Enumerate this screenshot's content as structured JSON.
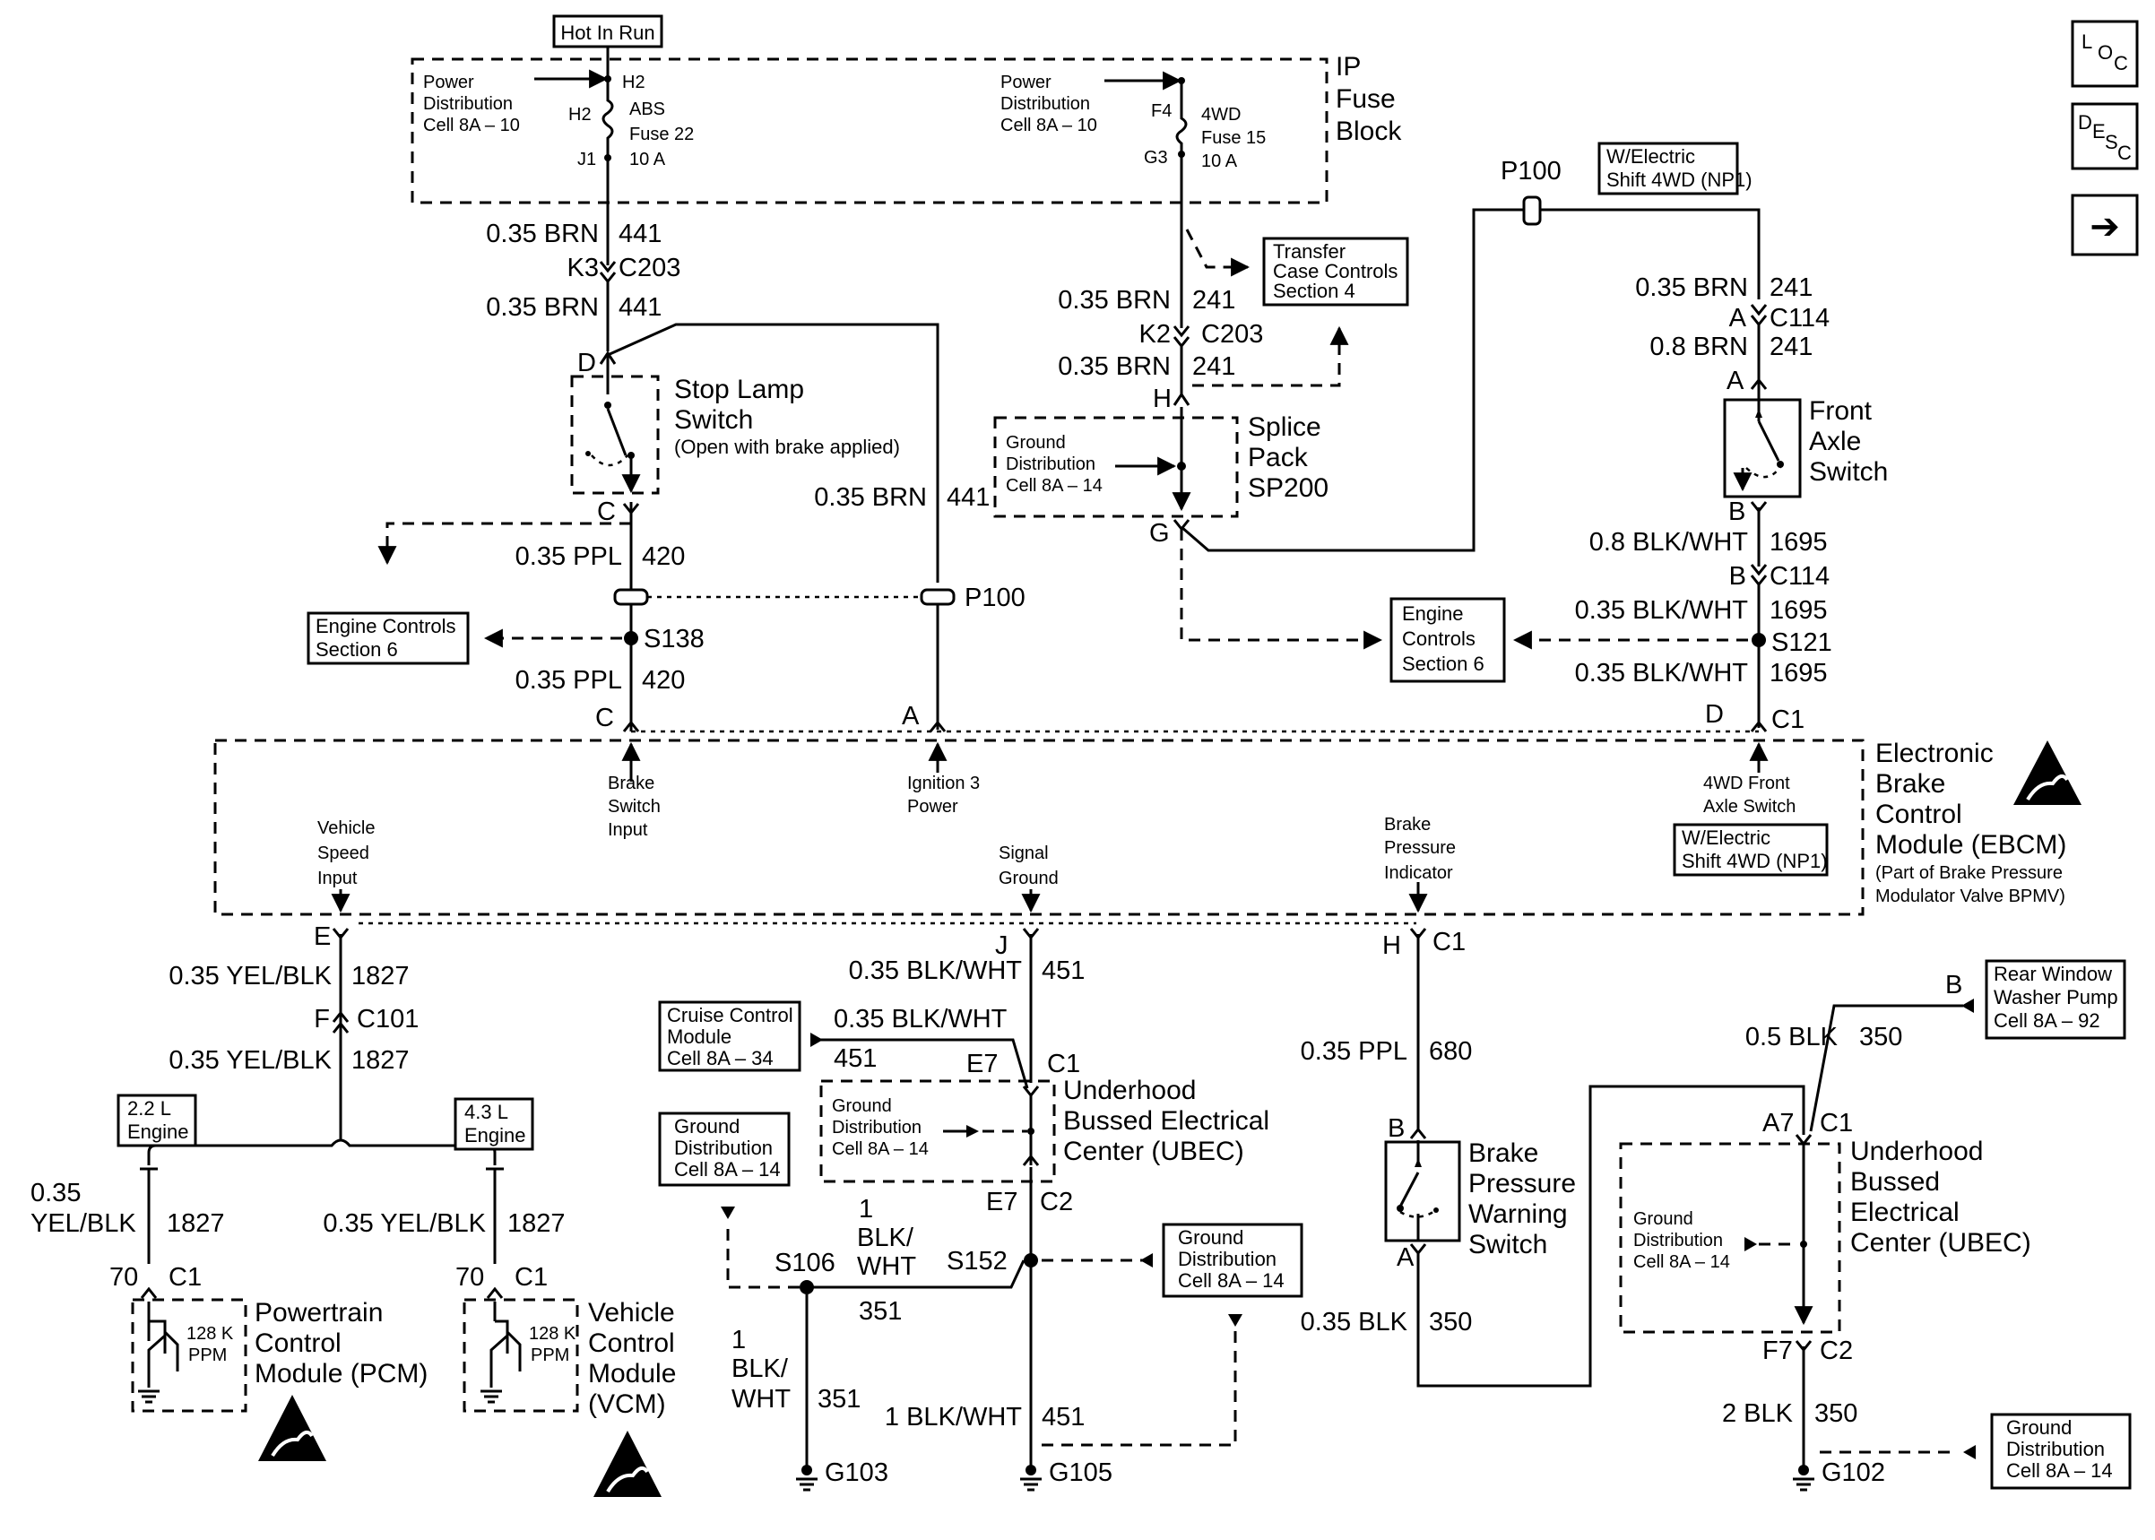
{
  "fuse_block": {
    "hot_in_run": "Hot In Run",
    "title_lines": [
      "IP",
      "Fuse",
      "Block"
    ],
    "pd_left_lines": [
      "Power",
      "Distribution",
      "Cell 8A – 10"
    ],
    "pd_right_lines": [
      "Power",
      "Distribution",
      "Cell 8A – 10"
    ],
    "abs_fuse_lines": [
      "ABS",
      "Fuse 22",
      "10 A"
    ],
    "fwd_fuse_lines": [
      "4WD",
      "Fuse 15",
      "10 A"
    ],
    "pins": {
      "h2_top": "H2",
      "h2_side": "H2",
      "j1": "J1",
      "f4": "F4",
      "g3": "G3"
    }
  },
  "nav": {
    "loc": "LOC",
    "desc": "DESC",
    "next_arrow": "➔"
  },
  "stop_lamp_switch": {
    "title_lines": [
      "Stop Lamp",
      "Switch"
    ],
    "note": "(Open with brake applied)"
  },
  "splice_pack": {
    "title_lines": [
      "Splice",
      "Pack",
      "SP200"
    ],
    "ground_lines": [
      "Ground",
      "Distribution",
      "Cell 8A – 14"
    ]
  },
  "transfer_case_ref": {
    "lines": [
      "Transfer",
      "Case Controls",
      "Section 4"
    ]
  },
  "engine_controls_left": {
    "lines": [
      "Engine Controls",
      "Section 6"
    ]
  },
  "engine_controls_right": {
    "lines": [
      "Engine",
      "Controls",
      "Section 6"
    ]
  },
  "np1_box_top": {
    "lines": [
      "W/Electric",
      "Shift 4WD (NP1)"
    ]
  },
  "np1_box_ebcm": {
    "lines": [
      "W/Electric",
      "Shift 4WD (NP1)"
    ]
  },
  "front_axle_switch": {
    "title_lines": [
      "Front",
      "Axle",
      "Switch"
    ]
  },
  "ebcm": {
    "title_lines": [
      "Electronic",
      "Brake",
      "Control",
      "Module (EBCM)"
    ],
    "note_lines": [
      "(Part of Brake Pressure",
      "Modulator Valve BPMV)"
    ],
    "inputs": {
      "brake_switch": [
        "Brake",
        "Switch",
        "Input"
      ],
      "ignition": [
        "Ignition 3",
        "Power"
      ],
      "axle_switch": [
        "4WD Front",
        "Axle Switch"
      ],
      "vss": [
        "Vehicle",
        "Speed",
        "Input"
      ],
      "signal_ground": [
        "Signal",
        "Ground"
      ],
      "brake_pressure": [
        "Brake",
        "Pressure",
        "Indicator"
      ]
    }
  },
  "wires": {
    "brn441_a": [
      "0.35 BRN",
      "441"
    ],
    "brn441_b": [
      "0.35 BRN",
      "441"
    ],
    "brn441_c": [
      "0.35 BRN",
      "441"
    ],
    "ppl420_a": [
      "0.35 PPL",
      "420"
    ],
    "ppl420_b": [
      "0.35 PPL",
      "420"
    ],
    "brn241_a": [
      "0.35 BRN",
      "241"
    ],
    "brn241_b": [
      "0.35 BRN",
      "241"
    ],
    "brn241_c": [
      "0.35 BRN",
      "241"
    ],
    "brn241_d": [
      "0.8 BRN",
      "241"
    ],
    "bw1695_a": [
      "0.8 BLK/WHT",
      "1695"
    ],
    "bw1695_b": [
      "0.35 BLK/WHT",
      "1695"
    ],
    "bw1695_c": [
      "0.35 BLK/WHT",
      "1695"
    ],
    "yb1827_a": [
      "0.35 YEL/BLK",
      "1827"
    ],
    "yb1827_b": [
      "0.35 YEL/BLK",
      "1827"
    ],
    "yb1827_c": [
      "0.35",
      "YEL/BLK",
      "1827"
    ],
    "yb1827_d": [
      "0.35 YEL/BLK",
      "1827"
    ],
    "bw451_a": [
      "0.35 BLK/WHT",
      "451"
    ],
    "bw451_b": [
      "0.35 BLK/WHT",
      "451"
    ],
    "bw351_a": [
      "1",
      "BLK/",
      "WHT",
      "351"
    ],
    "bw351_b": [
      "1",
      "BLK/",
      "WHT",
      "351"
    ],
    "bw451_c": [
      "1 BLK/WHT",
      "451"
    ],
    "ppl680": [
      "0.35 PPL",
      "680"
    ],
    "blk350_a": [
      "0.35 BLK",
      "350"
    ],
    "blk350_b": [
      "0.5 BLK",
      "350"
    ],
    "blk350_c": [
      "2 BLK",
      "350"
    ]
  },
  "connectors": {
    "k3": "K3",
    "c203_a": "C203",
    "k2": "K2",
    "c203_b": "C203",
    "d": "D",
    "c_a": "C",
    "c_b": "C",
    "a_ebcm": "A",
    "h_sp": "H",
    "g_sp": "G",
    "p100_top": "P100",
    "p100_mid": "P100",
    "a_c114": "A",
    "c114_a": "C114",
    "a_fas": "A",
    "b_fas": "B",
    "b_c114": "B",
    "c114_b": "C114",
    "d_c1": "D",
    "c1_top": "C1",
    "e": "E",
    "f": "F",
    "c101": "C101",
    "j": "J",
    "h_c1": "H",
    "c1_h": "C1",
    "e7_a": "E7",
    "c1_ub": "C1",
    "e7_b": "E7",
    "c2_ub": "C2",
    "c70a": "70",
    "c1_pcm": "C1",
    "c70b": "70",
    "c1_vcm": "C1",
    "b_bpws": "B",
    "a_bpws": "A",
    "b_rw": "B",
    "a7": "A7",
    "c1_ub2": "C1",
    "f7": "F7",
    "c2_ub2": "C2"
  },
  "splices": {
    "s138": "S138",
    "s121": "S121",
    "s106": "S106",
    "s152": "S152"
  },
  "grounds": {
    "g103": "G103",
    "g105": "G105",
    "g102": "G102"
  },
  "engine_22": [
    "2.2 L",
    "Engine"
  ],
  "engine_43": [
    "4.3 L",
    "Engine"
  ],
  "pcm": {
    "title_lines": [
      "Powertrain",
      "Control",
      "Module (PCM)"
    ],
    "ppm": [
      "128 K",
      "PPM"
    ]
  },
  "vcm": {
    "title_lines": [
      "Vehicle",
      "Control",
      "Module",
      "(VCM)"
    ],
    "ppm": [
      "128 K",
      "PPM"
    ]
  },
  "cruise_ref": {
    "lines": [
      "Cruise Control",
      "Module",
      "Cell 8A – 34"
    ]
  },
  "ground_refs": {
    "g_left": [
      "Ground",
      "Distribution",
      "Cell 8A – 14"
    ],
    "g_mid": [
      "Ground",
      "Distribution",
      "Cell 8A – 14"
    ],
    "g_right": [
      "Ground",
      "Distribution",
      "Cell 8A – 14"
    ],
    "ubec1_inner": [
      "Ground",
      "Distribution",
      "Cell 8A – 14"
    ],
    "ubec2_inner": [
      "Ground",
      "Distribution",
      "Cell 8A – 14"
    ]
  },
  "ubec1": {
    "title_lines": [
      "Underhood",
      "Bussed Electrical",
      "Center (UBEC)"
    ]
  },
  "ubec2": {
    "title_lines": [
      "Underhood",
      "Bussed",
      "Electrical",
      "Center (UBEC)"
    ]
  },
  "bpws": {
    "title_lines": [
      "Brake",
      "Pressure",
      "Warning",
      "Switch"
    ]
  },
  "rear_washer_ref": {
    "lines": [
      "Rear Window",
      "Washer Pump",
      "Cell 8A – 92"
    ]
  }
}
